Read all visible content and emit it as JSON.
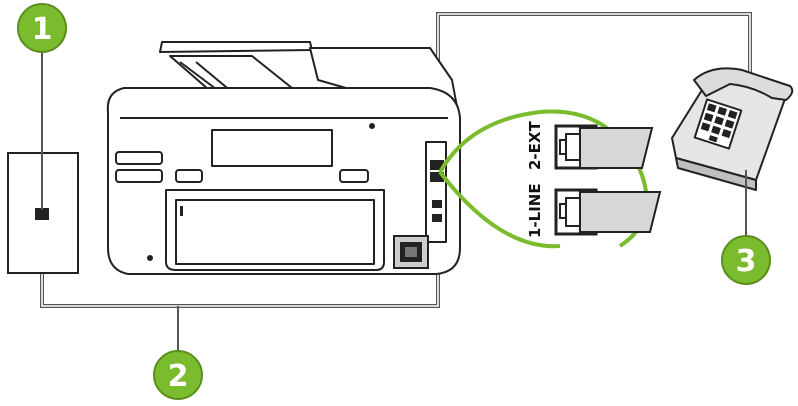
{
  "callouts": [
    {
      "number": "1",
      "target": "wall-phone-jack"
    },
    {
      "number": "2",
      "target": "phone-cord"
    },
    {
      "number": "3",
      "target": "telephone"
    }
  ],
  "ports": {
    "ext_label": "2-EXT",
    "line_label": "1-LINE"
  },
  "icons": {
    "wall_jack": "wall-jack-icon",
    "printer": "printer-icon",
    "telephone": "telephone-icon",
    "port_connector": "rj11-port-icon",
    "usb": "usb-icon",
    "power_socket": "power-socket-icon"
  },
  "colors": {
    "callout_fill": "#7bbb2e",
    "callout_stroke": "#5a8f1c",
    "zoom_ring": "#7bbb2e",
    "cable": "#555555",
    "device_stroke": "#222222",
    "phone_body": "#e6e6e6"
  }
}
